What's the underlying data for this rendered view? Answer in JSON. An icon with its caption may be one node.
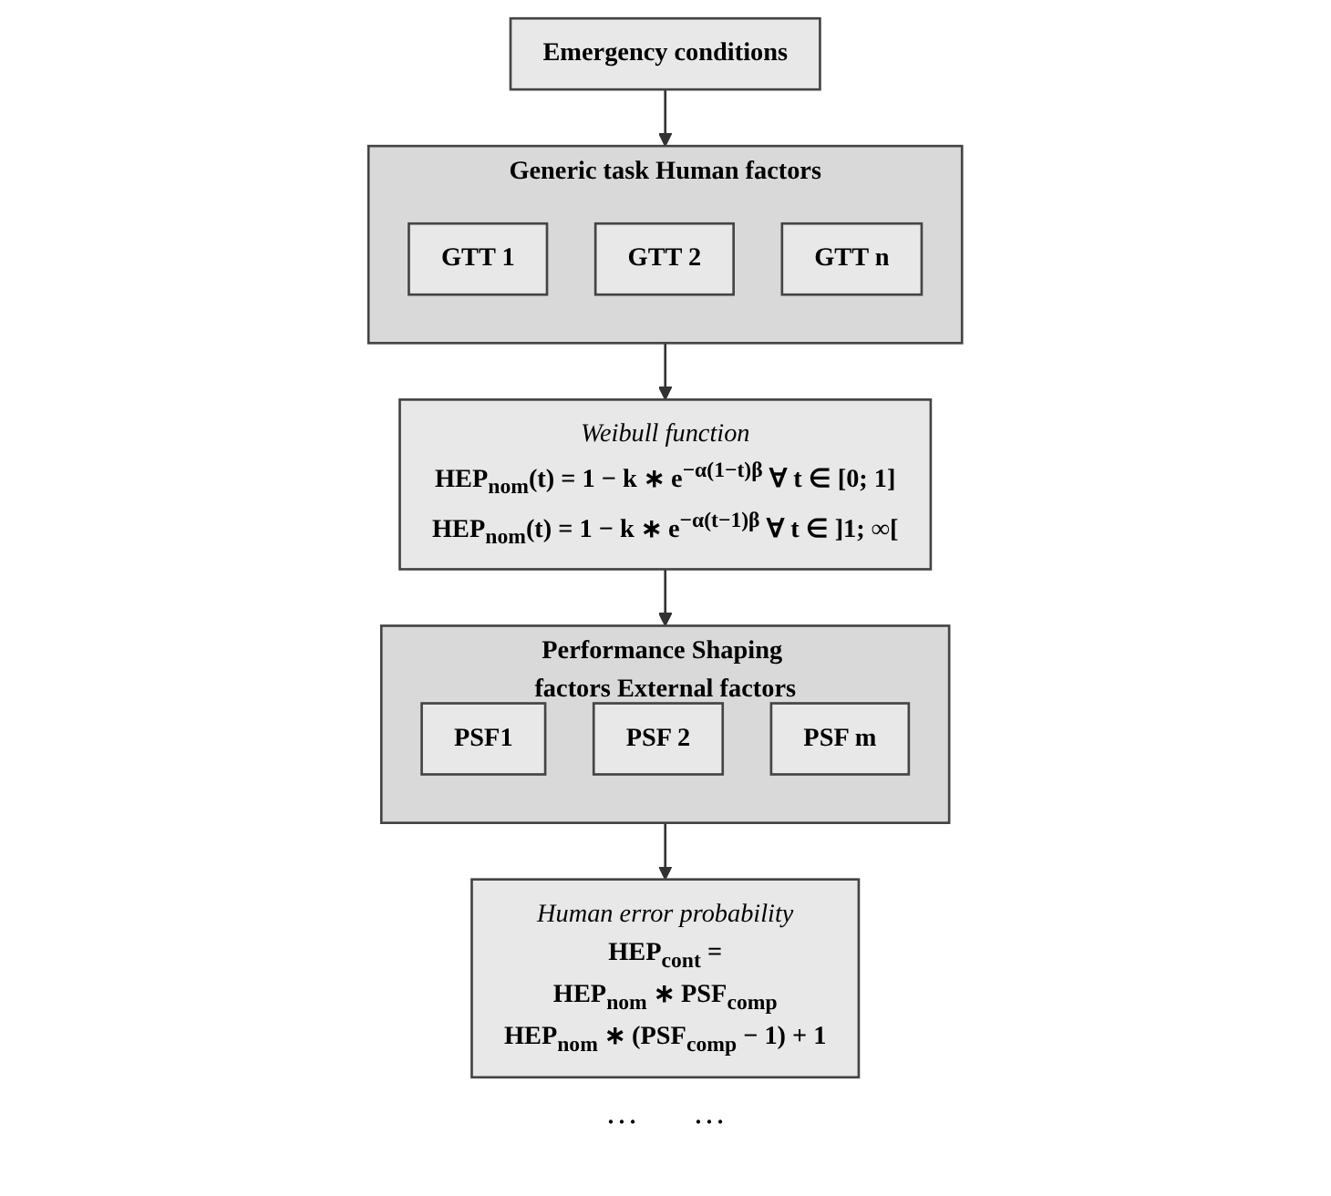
{
  "diagram": {
    "nodes": [
      {
        "text": [
          "Emergency conditions"
        ]
      },
      {
        "text": [
          "Generic task Human factors"
        ]
      },
      {
        "text": [
          "GTT 1"
        ],
        "in": 1
      },
      {
        "text": [
          "GTT 2"
        ],
        "in": 1
      },
      {
        "text": [
          "GTT n"
        ],
        "in": 1
      },
      {
        "text": [
          "Weibull function",
          "HEP$_{nom}$(t) = 1 − k ∗ e$^{−α(1−t)β}$ ∀ t ∈ [0; 1]",
          "HEP$_{nom}$(t) = 1 − k ∗ e$^{−α(t−1)β}$ ∀ t ∈ ]1; ∞["
        ]
      },
      {
        "text": [
          "Performance Shaping factors External factors"
        ]
      },
      {
        "text": [
          "PSF1"
        ],
        "in": 6
      },
      {
        "text": [
          "PSF 2"
        ],
        "in": 6
      },
      {
        "text": [
          "PSF m"
        ],
        "in": 6
      },
      {
        "text": [
          "Human error probability",
          "HEP$_{cont}$ =",
          "HEP$_{nom}$ ∗ PSF$_{comp}$",
          "HEP$_{nom}$ ∗ (PSF$_{comp}$ − 1) + 1"
        ]
      }
    ],
    "edges": [
      {
        "from": 0,
        "to": 1,
        "arrow": "to"
      },
      {
        "from": 1,
        "to": 5,
        "arrow": "to"
      },
      {
        "from": 5,
        "to": 6,
        "arrow": "to"
      },
      {
        "from": 6,
        "to": 10,
        "arrow": "to"
      }
    ],
    "labels": [
      "…",
      "…"
    ]
  }
}
